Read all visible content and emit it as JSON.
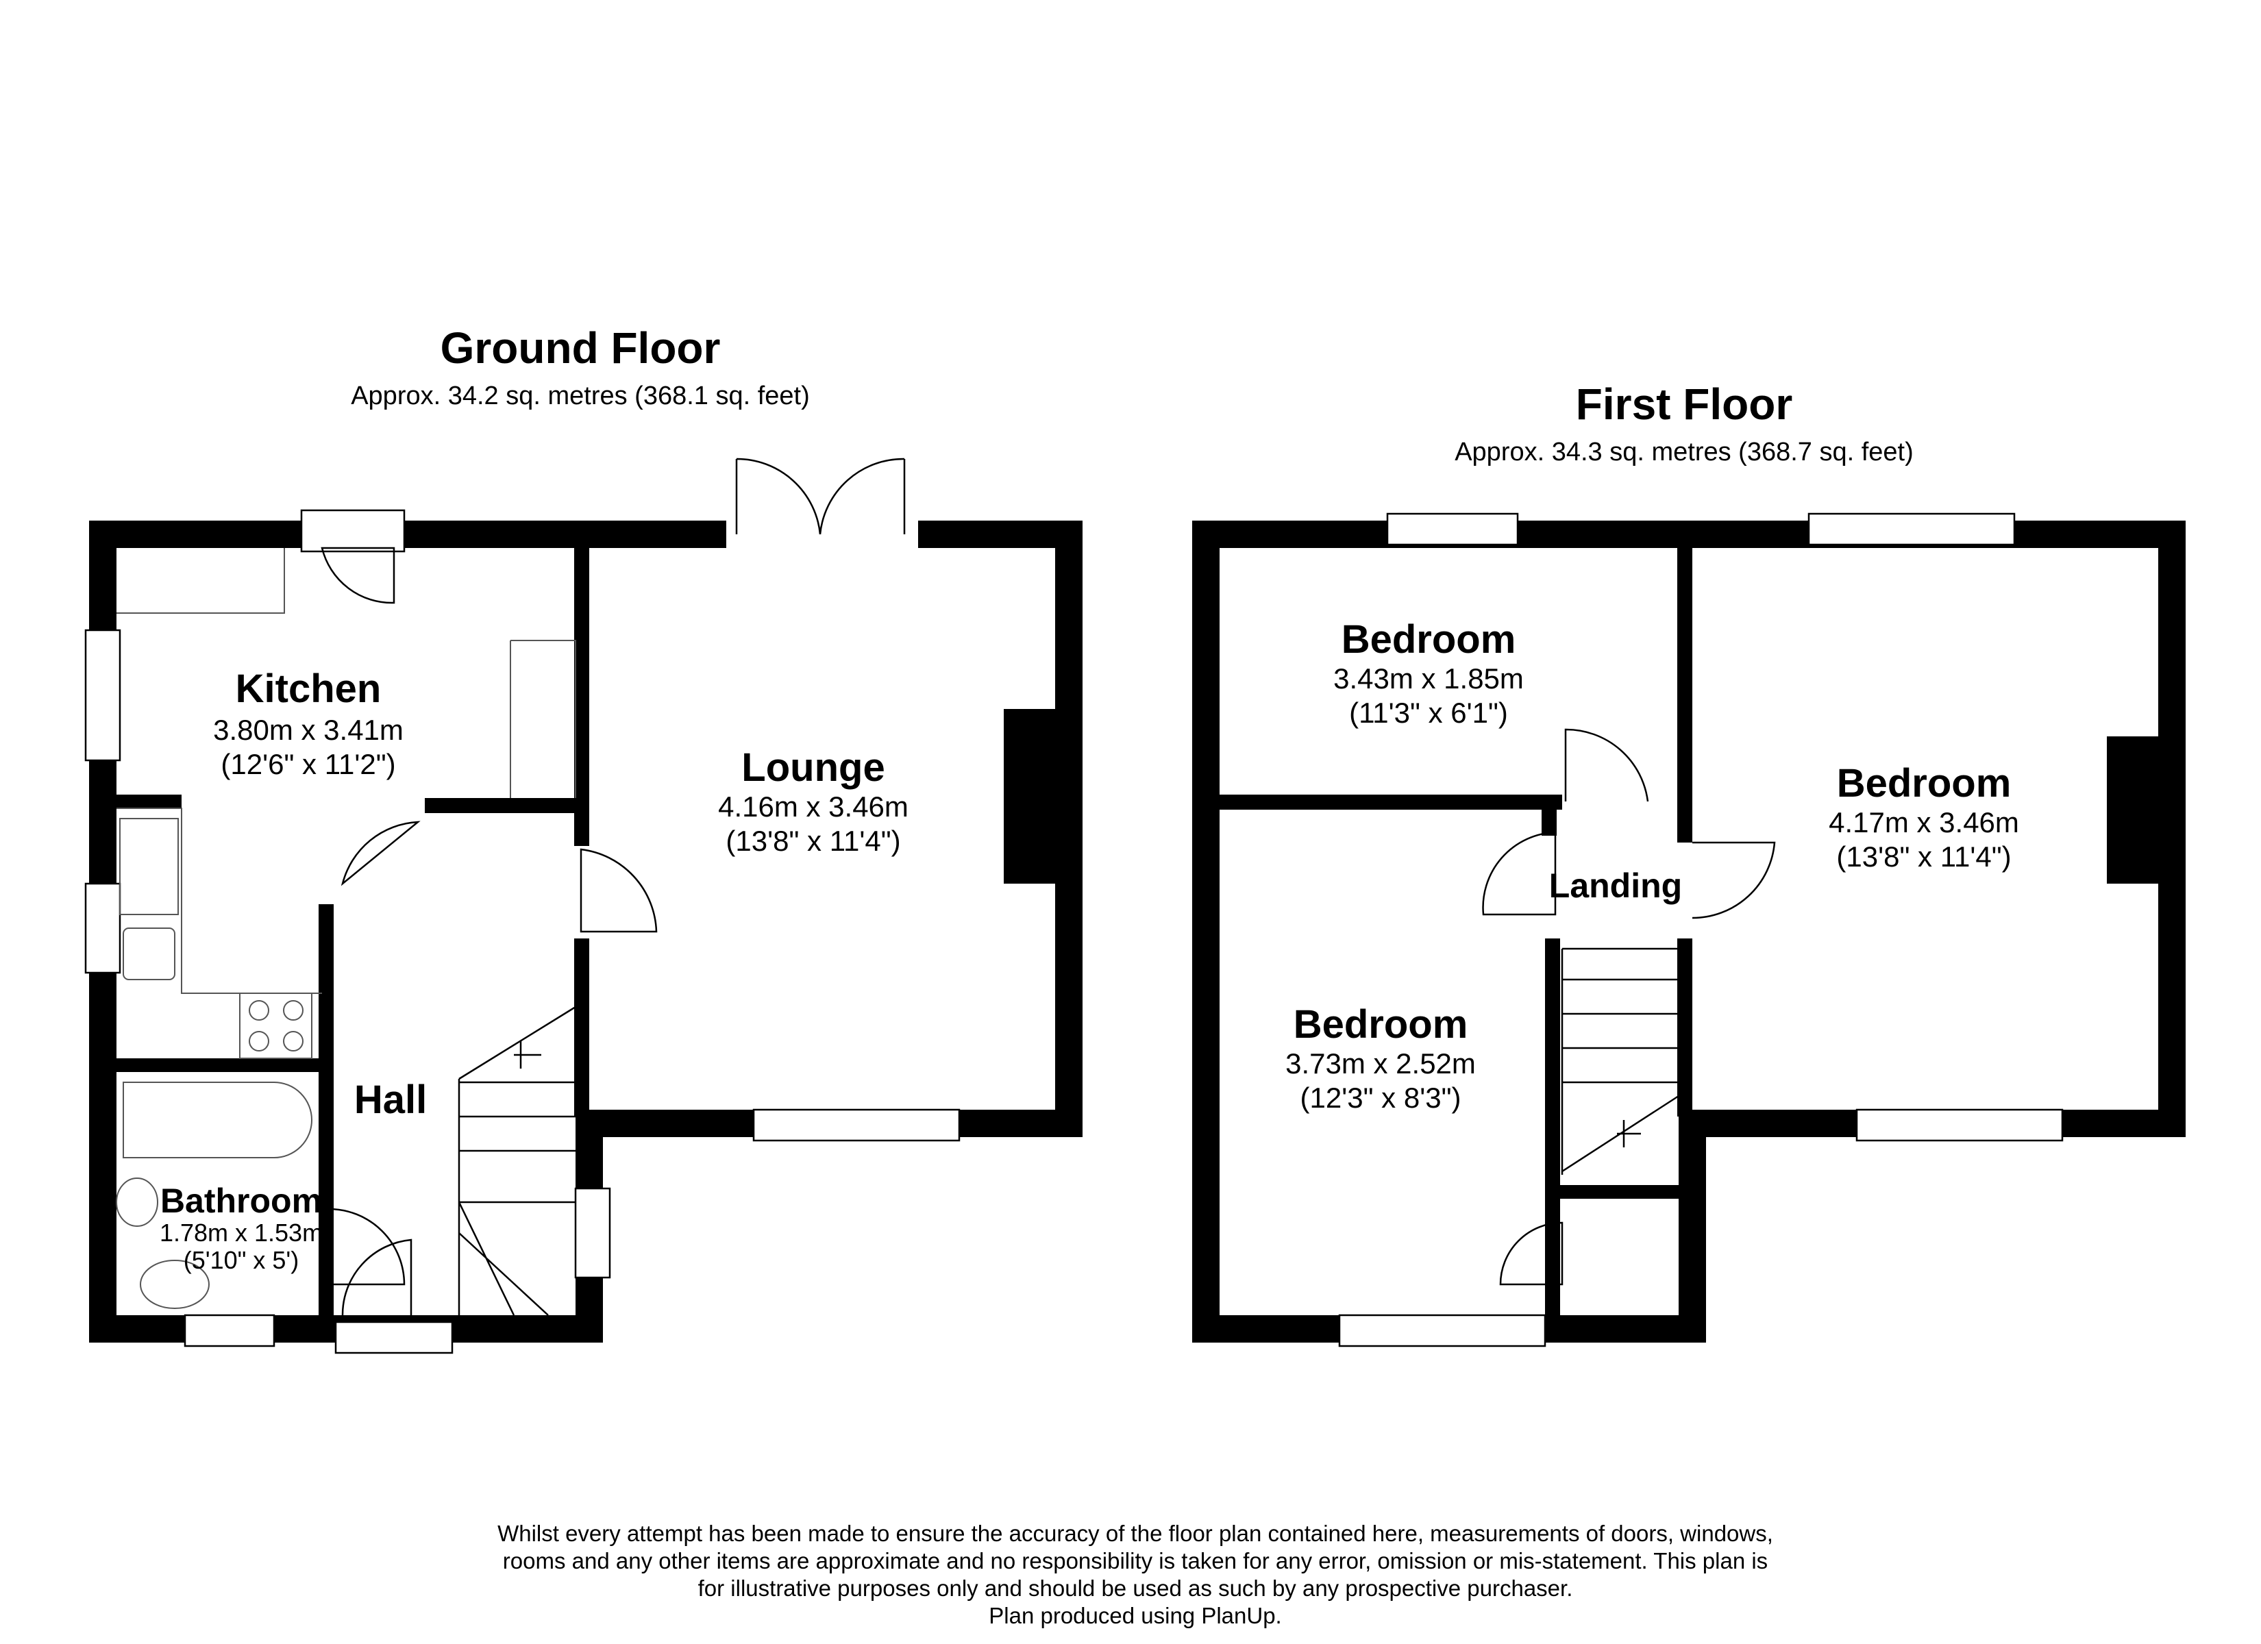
{
  "ground_floor": {
    "title": "Ground Floor",
    "area": "Approx. 34.2 sq. metres (368.1 sq. feet)",
    "rooms": [
      {
        "name": "Kitchen",
        "metric": "3.80m x 3.41m",
        "imperial": "(12'6\" x 11'2\")"
      },
      {
        "name": "Lounge",
        "metric": "4.16m x 3.46m",
        "imperial": "(13'8\" x 11'4\")"
      },
      {
        "name": "Hall",
        "metric": "",
        "imperial": ""
      },
      {
        "name": "Bathroom",
        "metric": "1.78m x 1.53m",
        "imperial": "(5'10\" x 5')"
      }
    ]
  },
  "first_floor": {
    "title": "First Floor",
    "area": "Approx. 34.3 sq. metres (368.7 sq. feet)",
    "rooms": [
      {
        "name": "Bedroom",
        "metric": "3.43m x 1.85m",
        "imperial": "(11'3\" x 6'1\")"
      },
      {
        "name": "Bedroom",
        "metric": "4.17m x 3.46m",
        "imperial": "(13'8\" x 11'4\")"
      },
      {
        "name": "Landing",
        "metric": "",
        "imperial": ""
      },
      {
        "name": "Bedroom",
        "metric": "3.73m x 2.52m",
        "imperial": "(12'3\" x 8'3\")"
      }
    ]
  },
  "disclaimer": {
    "line1": "Whilst every attempt has been made to ensure the accuracy of the floor plan contained here, measurements of doors, windows,",
    "line2": "rooms and any other items are approximate and no responsibility is taken for any error, omission or mis-statement. This plan is",
    "line3": "for illustrative purposes only and should be used as such by any prospective purchaser.",
    "line4": "Plan produced using PlanUp."
  }
}
